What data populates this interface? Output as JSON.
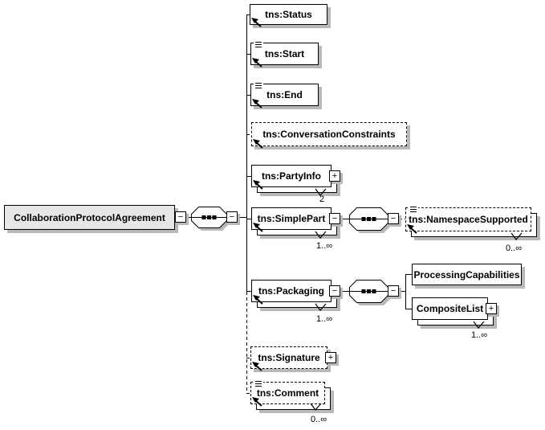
{
  "toggles": {
    "collapse": "−",
    "expand": "+"
  },
  "nodes": {
    "root": {
      "label": "CollaborationProtocolAgreement"
    },
    "status": {
      "label": "tns:Status"
    },
    "start": {
      "label": "tns:Start"
    },
    "end": {
      "label": "tns:End"
    },
    "conversation_constraints": {
      "label": "tns:ConversationConstraints"
    },
    "party_info": {
      "label": "tns:PartyInfo",
      "occurrence": "2"
    },
    "simple_part": {
      "label": "tns:SimplePart",
      "occurrence": "1..∞"
    },
    "namespace_supported": {
      "label": "tns:NamespaceSupported",
      "occurrence": "0..∞"
    },
    "packaging": {
      "label": "tns:Packaging",
      "occurrence": "1..∞"
    },
    "processing_capabilities": {
      "label": "ProcessingCapabilities"
    },
    "composite_list": {
      "label": "CompositeList",
      "occurrence": "1..∞"
    },
    "signature": {
      "label": "tns:Signature"
    },
    "comment": {
      "label": "tns:Comment",
      "occurrence": "0..∞"
    }
  }
}
